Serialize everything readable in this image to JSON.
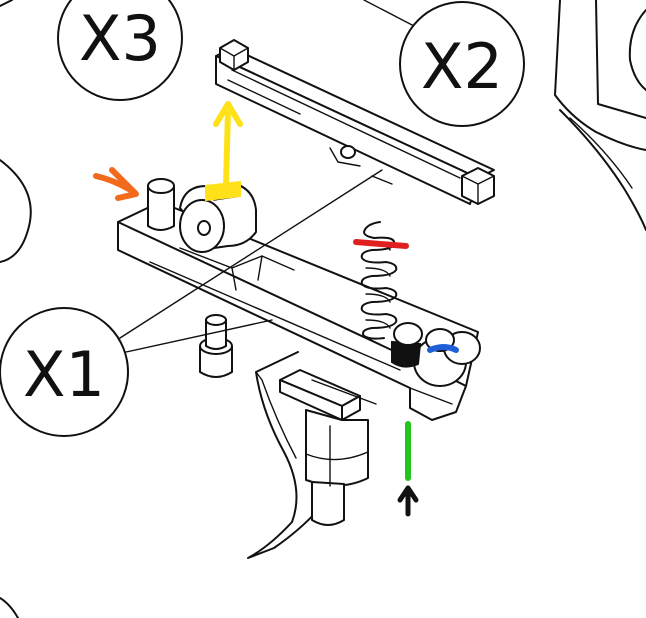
{
  "callouts": {
    "x1": "X1",
    "x2": "X2",
    "x3": "X3"
  },
  "colors": {
    "orange_arrow": "#f26a1b",
    "yellow_arrow": "#ffe11a",
    "red_mark": "#e02020",
    "blue_mark": "#1f5fd8",
    "green_mark": "#23c61c",
    "black_arrow": "#111111",
    "line": "#111111"
  },
  "icons": {
    "orange": "arrow-pointing-right-down",
    "yellow": "arrow-up",
    "black": "arrow-up"
  }
}
